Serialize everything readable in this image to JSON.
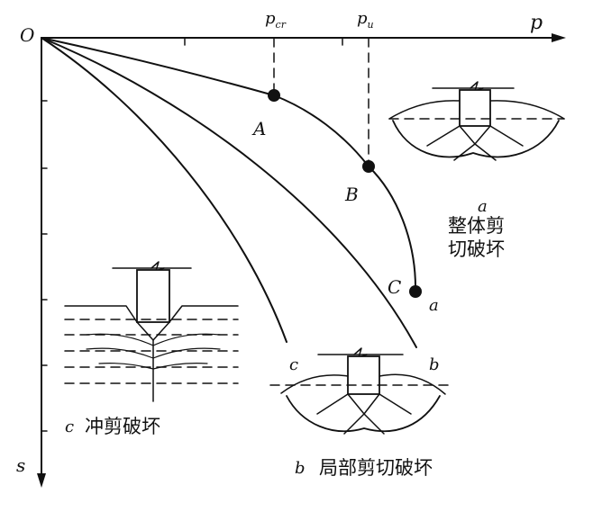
{
  "axes": {
    "origin": "O",
    "x_label": "p",
    "y_label": "s",
    "tick_pcr": "p",
    "tick_pcr_sub": "cr",
    "tick_pu": "p",
    "tick_pu_sub": "u"
  },
  "points": {
    "A": "A",
    "B": "B",
    "C": "C"
  },
  "curves": {
    "a": "a",
    "b": "b",
    "c": "c"
  },
  "captions": {
    "a_letter": "a",
    "a_line1": "整体剪",
    "a_line2": "切破坏",
    "b_letter": "b",
    "b_text": "局部剪切破坏",
    "c_letter": "c",
    "c_text": "冲剪破坏"
  },
  "colors": {
    "ink": "#111111",
    "background": "#ffffff"
  }
}
